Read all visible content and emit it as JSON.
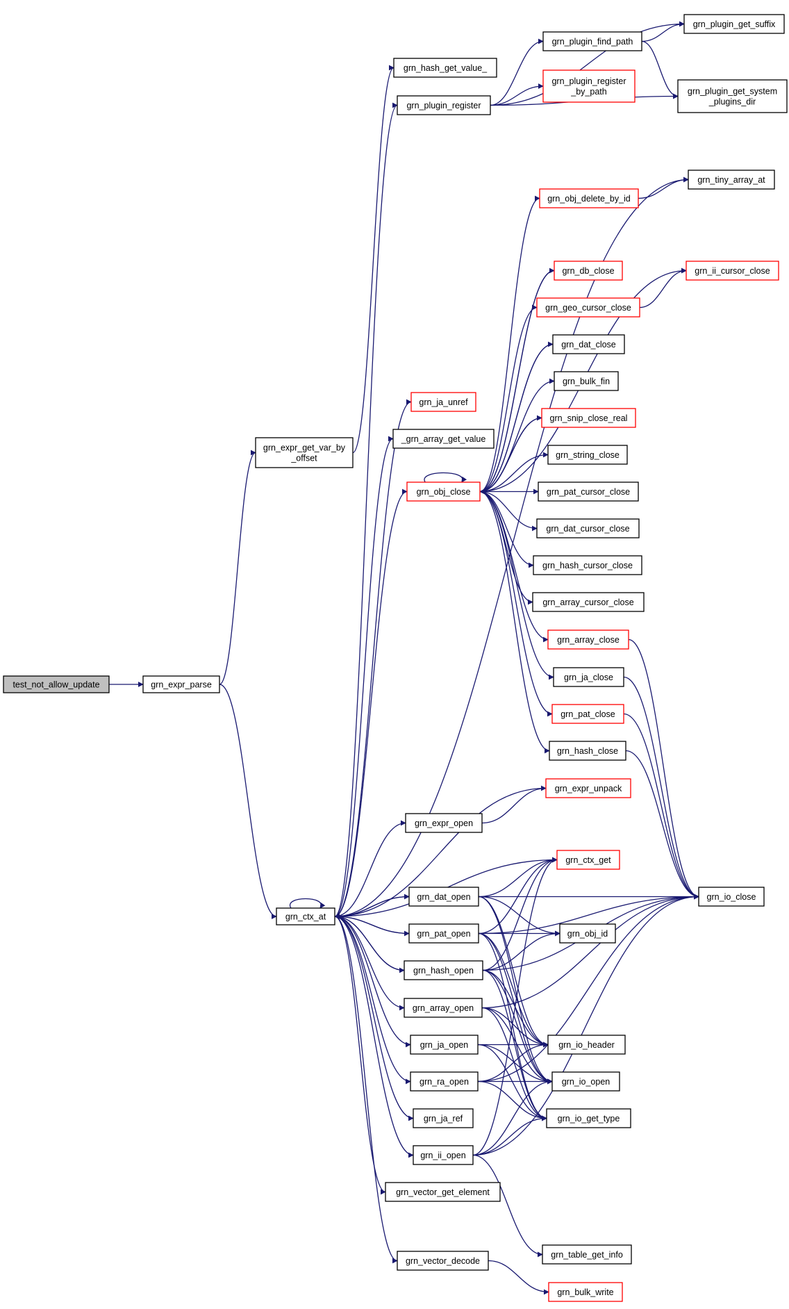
{
  "graph": {
    "colors": {
      "edge": "#191970",
      "node_border": "#000000",
      "truncated_node_border": "#ff0000",
      "root_fill": "#bfbfbf",
      "node_fill": "#ffffff"
    },
    "nodes": [
      {
        "id": "test_not_allow_update",
        "label": [
          "test_not_allow_update"
        ],
        "root": true
      },
      {
        "id": "grn_expr_parse",
        "label": [
          "grn_expr_parse"
        ]
      },
      {
        "id": "grn_expr_get_var_by_offset",
        "label": [
          "grn_expr_get_var_by",
          "_offset"
        ]
      },
      {
        "id": "grn_ctx_at",
        "label": [
          "grn_ctx_at"
        ]
      },
      {
        "id": "grn_hash_get_value_",
        "label": [
          "grn_hash_get_value_"
        ]
      },
      {
        "id": "grn_plugin_register",
        "label": [
          "grn_plugin_register"
        ]
      },
      {
        "id": "grn_plugin_find_path",
        "label": [
          "grn_plugin_find_path"
        ]
      },
      {
        "id": "grn_plugin_register_by_path",
        "label": [
          "grn_plugin_register",
          "_by_path"
        ],
        "truncated": true
      },
      {
        "id": "grn_plugin_get_suffix",
        "label": [
          "grn_plugin_get_suffix"
        ]
      },
      {
        "id": "grn_plugin_get_system_plugins_dir",
        "label": [
          "grn_plugin_get_system",
          "_plugins_dir"
        ]
      },
      {
        "id": "grn_tiny_array_at",
        "label": [
          "grn_tiny_array_at"
        ]
      },
      {
        "id": "grn_obj_delete_by_id",
        "label": [
          "grn_obj_delete_by_id"
        ],
        "truncated": true
      },
      {
        "id": "grn_db_close",
        "label": [
          "grn_db_close"
        ],
        "truncated": true
      },
      {
        "id": "grn_ii_cursor_close",
        "label": [
          "grn_ii_cursor_close"
        ],
        "truncated": true
      },
      {
        "id": "grn_geo_cursor_close",
        "label": [
          "grn_geo_cursor_close"
        ],
        "truncated": true
      },
      {
        "id": "grn_dat_close",
        "label": [
          "grn_dat_close"
        ]
      },
      {
        "id": "grn_bulk_fin",
        "label": [
          "grn_bulk_fin"
        ]
      },
      {
        "id": "grn_ja_unref",
        "label": [
          "grn_ja_unref"
        ],
        "truncated": true
      },
      {
        "id": "grn_snip_close_real",
        "label": [
          "grn_snip_close_real"
        ],
        "truncated": true
      },
      {
        "id": "_grn_array_get_value",
        "label": [
          "_grn_array_get_value"
        ]
      },
      {
        "id": "grn_string_close",
        "label": [
          "grn_string_close"
        ]
      },
      {
        "id": "grn_obj_close",
        "label": [
          "grn_obj_close"
        ],
        "truncated": true
      },
      {
        "id": "grn_pat_cursor_close",
        "label": [
          "grn_pat_cursor_close"
        ]
      },
      {
        "id": "grn_dat_cursor_close",
        "label": [
          "grn_dat_cursor_close"
        ]
      },
      {
        "id": "grn_hash_cursor_close",
        "label": [
          "grn_hash_cursor_close"
        ]
      },
      {
        "id": "grn_array_cursor_close",
        "label": [
          "grn_array_cursor_close"
        ]
      },
      {
        "id": "grn_array_close",
        "label": [
          "grn_array_close"
        ],
        "truncated": true
      },
      {
        "id": "grn_ja_close",
        "label": [
          "grn_ja_close"
        ]
      },
      {
        "id": "grn_pat_close",
        "label": [
          "grn_pat_close"
        ],
        "truncated": true
      },
      {
        "id": "grn_hash_close",
        "label": [
          "grn_hash_close"
        ]
      },
      {
        "id": "grn_expr_unpack",
        "label": [
          "grn_expr_unpack"
        ],
        "truncated": true
      },
      {
        "id": "grn_expr_open",
        "label": [
          "grn_expr_open"
        ]
      },
      {
        "id": "grn_ctx_get",
        "label": [
          "grn_ctx_get"
        ],
        "truncated": true
      },
      {
        "id": "grn_io_close",
        "label": [
          "grn_io_close"
        ]
      },
      {
        "id": "grn_dat_open",
        "label": [
          "grn_dat_open"
        ]
      },
      {
        "id": "grn_pat_open",
        "label": [
          "grn_pat_open"
        ]
      },
      {
        "id": "grn_obj_id",
        "label": [
          "grn_obj_id"
        ]
      },
      {
        "id": "grn_hash_open",
        "label": [
          "grn_hash_open"
        ]
      },
      {
        "id": "grn_array_open",
        "label": [
          "grn_array_open"
        ]
      },
      {
        "id": "grn_io_header",
        "label": [
          "grn_io_header"
        ]
      },
      {
        "id": "grn_ja_open",
        "label": [
          "grn_ja_open"
        ]
      },
      {
        "id": "grn_io_open",
        "label": [
          "grn_io_open"
        ]
      },
      {
        "id": "grn_ra_open",
        "label": [
          "grn_ra_open"
        ]
      },
      {
        "id": "grn_io_get_type",
        "label": [
          "grn_io_get_type"
        ]
      },
      {
        "id": "grn_ja_ref",
        "label": [
          "grn_ja_ref"
        ]
      },
      {
        "id": "grn_ii_open",
        "label": [
          "grn_ii_open"
        ]
      },
      {
        "id": "grn_vector_get_element",
        "label": [
          "grn_vector_get_element"
        ]
      },
      {
        "id": "grn_table_get_info",
        "label": [
          "grn_table_get_info"
        ]
      },
      {
        "id": "grn_vector_decode",
        "label": [
          "grn_vector_decode"
        ]
      },
      {
        "id": "grn_bulk_write",
        "label": [
          "grn_bulk_write"
        ],
        "truncated": true
      }
    ],
    "edges": [
      [
        "test_not_allow_update",
        "grn_expr_parse"
      ],
      [
        "grn_expr_parse",
        "grn_expr_get_var_by_offset"
      ],
      [
        "grn_expr_parse",
        "grn_ctx_at"
      ],
      [
        "grn_expr_get_var_by_offset",
        "grn_hash_get_value_"
      ],
      [
        "grn_ctx_at",
        "grn_ctx_at"
      ],
      [
        "grn_ctx_at",
        "grn_plugin_register"
      ],
      [
        "grn_ctx_at",
        "grn_tiny_array_at"
      ],
      [
        "grn_ctx_at",
        "grn_ja_unref"
      ],
      [
        "grn_ctx_at",
        "_grn_array_get_value"
      ],
      [
        "grn_ctx_at",
        "grn_obj_close"
      ],
      [
        "grn_ctx_at",
        "grn_expr_open"
      ],
      [
        "grn_ctx_at",
        "grn_dat_open"
      ],
      [
        "grn_ctx_at",
        "grn_pat_open"
      ],
      [
        "grn_ctx_at",
        "grn_hash_open"
      ],
      [
        "grn_ctx_at",
        "grn_array_open"
      ],
      [
        "grn_ctx_at",
        "grn_ja_open"
      ],
      [
        "grn_ctx_at",
        "grn_ra_open"
      ],
      [
        "grn_ctx_at",
        "grn_ja_ref"
      ],
      [
        "grn_ctx_at",
        "grn_ii_open"
      ],
      [
        "grn_ctx_at",
        "grn_vector_get_element"
      ],
      [
        "grn_ctx_at",
        "grn_vector_decode"
      ],
      [
        "grn_plugin_register",
        "grn_plugin_find_path"
      ],
      [
        "grn_plugin_register",
        "grn_plugin_register_by_path"
      ],
      [
        "grn_plugin_register",
        "grn_plugin_get_suffix"
      ],
      [
        "grn_plugin_register",
        "grn_plugin_get_system_plugins_dir"
      ],
      [
        "grn_plugin_find_path",
        "grn_plugin_get_suffix"
      ],
      [
        "grn_plugin_find_path",
        "grn_plugin_get_system_plugins_dir"
      ],
      [
        "grn_obj_delete_by_id",
        "grn_tiny_array_at"
      ],
      [
        "grn_geo_cursor_close",
        "grn_ii_cursor_close"
      ],
      [
        "grn_obj_close",
        "grn_obj_close"
      ],
      [
        "grn_obj_close",
        "grn_obj_delete_by_id"
      ],
      [
        "grn_obj_close",
        "grn_db_close"
      ],
      [
        "grn_obj_close",
        "grn_ii_cursor_close"
      ],
      [
        "grn_obj_close",
        "grn_geo_cursor_close"
      ],
      [
        "grn_obj_close",
        "grn_dat_close"
      ],
      [
        "grn_obj_close",
        "grn_bulk_fin"
      ],
      [
        "grn_obj_close",
        "grn_snip_close_real"
      ],
      [
        "grn_obj_close",
        "grn_string_close"
      ],
      [
        "grn_obj_close",
        "grn_pat_cursor_close"
      ],
      [
        "grn_obj_close",
        "grn_dat_cursor_close"
      ],
      [
        "grn_obj_close",
        "grn_hash_cursor_close"
      ],
      [
        "grn_obj_close",
        "grn_array_cursor_close"
      ],
      [
        "grn_obj_close",
        "grn_array_close"
      ],
      [
        "grn_obj_close",
        "grn_ja_close"
      ],
      [
        "grn_obj_close",
        "grn_pat_close"
      ],
      [
        "grn_obj_close",
        "grn_hash_close"
      ],
      [
        "grn_db_close",
        "grn_obj_close"
      ],
      [
        "grn_dat_close",
        "grn_obj_close"
      ],
      [
        "grn_snip_close_real",
        "grn_obj_close"
      ],
      [
        "grn_array_close",
        "grn_io_close"
      ],
      [
        "grn_ja_close",
        "grn_io_close"
      ],
      [
        "grn_pat_close",
        "grn_io_close"
      ],
      [
        "grn_hash_close",
        "grn_io_close"
      ],
      [
        "grn_expr_unpack",
        "grn_ctx_at"
      ],
      [
        "grn_expr_open",
        "grn_expr_unpack"
      ],
      [
        "grn_ctx_get",
        "grn_ctx_at"
      ],
      [
        "grn_dat_open",
        "grn_ctx_at"
      ],
      [
        "grn_dat_open",
        "grn_ctx_get"
      ],
      [
        "grn_dat_open",
        "grn_io_close"
      ],
      [
        "grn_dat_open",
        "grn_obj_id"
      ],
      [
        "grn_dat_open",
        "grn_io_header"
      ],
      [
        "grn_dat_open",
        "grn_io_open"
      ],
      [
        "grn_pat_open",
        "grn_ctx_at"
      ],
      [
        "grn_pat_open",
        "grn_ctx_get"
      ],
      [
        "grn_pat_open",
        "grn_obj_id"
      ],
      [
        "grn_pat_open",
        "grn_io_header"
      ],
      [
        "grn_pat_open",
        "grn_io_open"
      ],
      [
        "grn_pat_open",
        "grn_io_get_type"
      ],
      [
        "grn_pat_open",
        "grn_io_close"
      ],
      [
        "grn_hash_open",
        "grn_ctx_at"
      ],
      [
        "grn_hash_open",
        "grn_ctx_get"
      ],
      [
        "grn_hash_open",
        "grn_io_close"
      ],
      [
        "grn_hash_open",
        "grn_obj_id"
      ],
      [
        "grn_hash_open",
        "grn_io_header"
      ],
      [
        "grn_hash_open",
        "grn_io_open"
      ],
      [
        "grn_hash_open",
        "grn_io_get_type"
      ],
      [
        "grn_array_open",
        "grn_io_close"
      ],
      [
        "grn_array_open",
        "grn_io_header"
      ],
      [
        "grn_array_open",
        "grn_io_open"
      ],
      [
        "grn_array_open",
        "grn_io_get_type"
      ],
      [
        "grn_ja_open",
        "grn_io_header"
      ],
      [
        "grn_ja_open",
        "grn_io_open"
      ],
      [
        "grn_ja_open",
        "grn_io_get_type"
      ],
      [
        "grn_ra_open",
        "grn_io_header"
      ],
      [
        "grn_ra_open",
        "grn_io_open"
      ],
      [
        "grn_ra_open",
        "grn_io_get_type"
      ],
      [
        "grn_ra_open",
        "grn_io_close"
      ],
      [
        "grn_ii_open",
        "grn_ctx_get"
      ],
      [
        "grn_ii_open",
        "grn_io_open"
      ],
      [
        "grn_ii_open",
        "grn_io_get_type"
      ],
      [
        "grn_ii_open",
        "grn_io_close"
      ],
      [
        "grn_ii_open",
        "grn_table_get_info"
      ],
      [
        "grn_vector_decode",
        "grn_bulk_write"
      ]
    ]
  }
}
